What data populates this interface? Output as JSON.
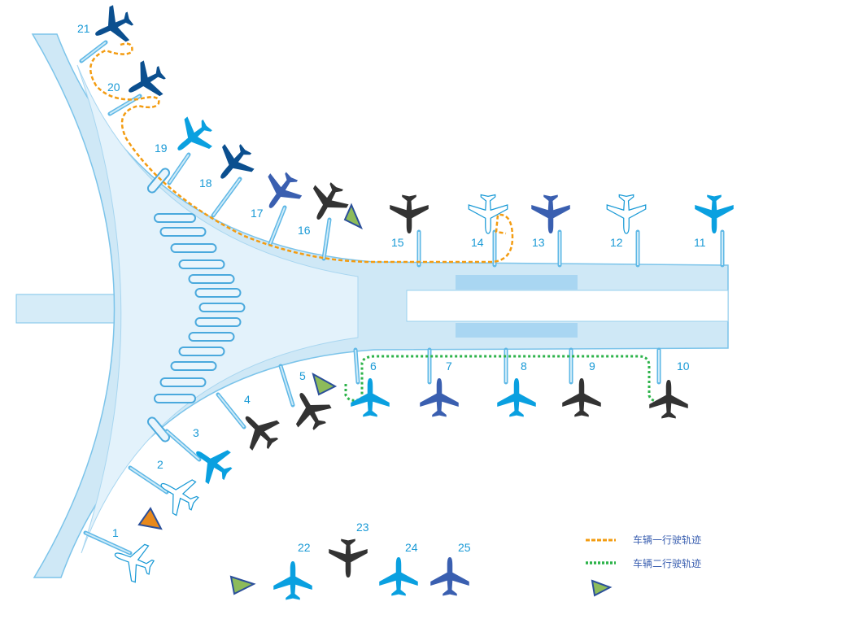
{
  "colors": {
    "terminal": "#cfe8f6",
    "terminal_edge": "#7cc4ea",
    "bright_blue": "#0aa0e0",
    "navy": "#0b4f8f",
    "indigo": "#3a5fb0",
    "black": "#333333",
    "orange_track": "#f39c12",
    "green_track": "#2db34a",
    "marker_green": "#8dbb5a",
    "marker_orange": "#e8891c"
  },
  "gates": [
    {
      "label": "1",
      "plane": "outline"
    },
    {
      "label": "2",
      "plane": "outline"
    },
    {
      "label": "3",
      "plane": "bright_blue"
    },
    {
      "label": "4",
      "plane": "black"
    },
    {
      "label": "5",
      "plane": "black"
    },
    {
      "label": "6",
      "plane": "bright_blue"
    },
    {
      "label": "7",
      "plane": "indigo"
    },
    {
      "label": "8",
      "plane": "bright_blue"
    },
    {
      "label": "9",
      "plane": "black"
    },
    {
      "label": "10",
      "plane": "black"
    },
    {
      "label": "11",
      "plane": "bright_blue"
    },
    {
      "label": "12",
      "plane": "outline"
    },
    {
      "label": "13",
      "plane": "indigo"
    },
    {
      "label": "14",
      "plane": "outline"
    },
    {
      "label": "15",
      "plane": "black"
    },
    {
      "label": "16",
      "plane": "black"
    },
    {
      "label": "17",
      "plane": "indigo"
    },
    {
      "label": "18",
      "plane": "navy"
    },
    {
      "label": "19",
      "plane": "bright_blue"
    },
    {
      "label": "20",
      "plane": "navy"
    },
    {
      "label": "21",
      "plane": "navy"
    },
    {
      "label": "22",
      "plane": "bright_blue"
    },
    {
      "label": "23",
      "plane": "black"
    },
    {
      "label": "24",
      "plane": "bright_blue"
    },
    {
      "label": "25",
      "plane": "indigo"
    }
  ],
  "legend": {
    "vehicle1_track": "车辆一行驶轨迹",
    "vehicle2_track": "车辆二行驶轨迹"
  }
}
